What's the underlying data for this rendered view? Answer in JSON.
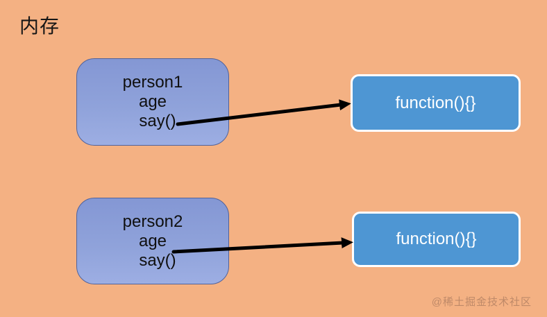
{
  "title": "内存",
  "watermark": "@稀土掘金技术社区",
  "diagram": {
    "nodes": [
      {
        "id": "person1",
        "type": "object",
        "lines": [
          "person1",
          "age",
          "say()"
        ]
      },
      {
        "id": "function1",
        "type": "function",
        "label": "function(){}"
      },
      {
        "id": "person2",
        "type": "object",
        "lines": [
          "person2",
          "age",
          "say()"
        ]
      },
      {
        "id": "function2",
        "type": "function",
        "label": "function(){}"
      }
    ],
    "edges": [
      {
        "from": "person1.say()",
        "to": "function1"
      },
      {
        "from": "person2.say()",
        "to": "function2"
      }
    ]
  },
  "colors": {
    "background": "#F4B183",
    "object_box_top": "#8497D4",
    "object_box_bottom": "#9DAEE3",
    "object_box_border": "#50629B",
    "function_box_fill": "#4E96D3",
    "function_box_border": "#FFFFFF",
    "arrow": "#000000",
    "title_text": "#161616",
    "object_text": "#101010",
    "function_text": "#FFFFFF"
  }
}
